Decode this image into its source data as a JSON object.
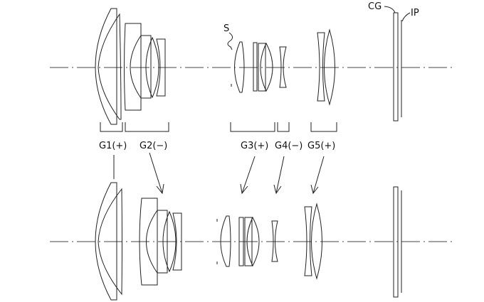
{
  "labels": {
    "stop": "S",
    "cover_glass": "CG",
    "image_plane": "IP",
    "g1": "G1(+)",
    "g2": "G2(−)",
    "g3": "G3(+)",
    "g4": "G4(−)",
    "g5": "G5(+)"
  },
  "colors": {
    "line": "#222222",
    "background": "#ffffff"
  }
}
